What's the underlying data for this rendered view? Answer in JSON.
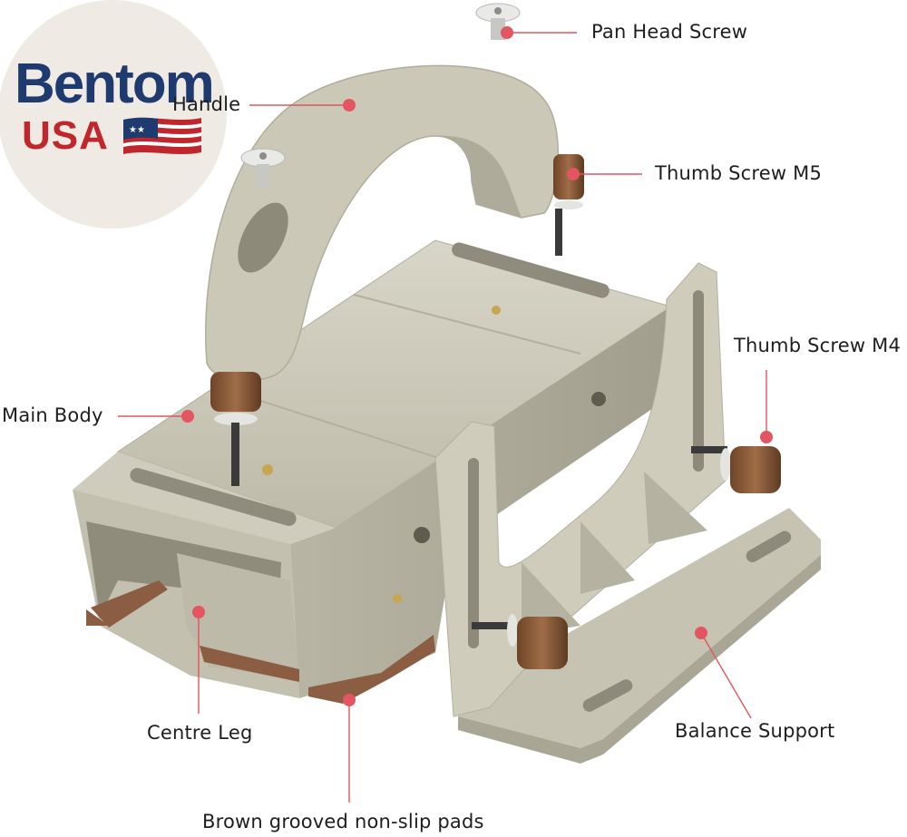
{
  "logo": {
    "word": "Bentom",
    "country": "USA",
    "word_color": "#1e3a6e",
    "country_color": "#c0272d",
    "flag_icon": "american-flag-icon"
  },
  "labels": {
    "pan_head_screw": "Pan Head Screw",
    "handle": "Handle",
    "thumb_screw_m5": "Thumb Screw M5",
    "thumb_screw_m4": "Thumb Screw M4",
    "main_body": "Main Body",
    "centre_leg": "Centre Leg",
    "balance_support": "Balance Support",
    "non_slip_pads": "Brown grooved non-slip pads"
  },
  "colors": {
    "body": "#c9c6b6",
    "body_shadow": "#a9a697",
    "body_light": "#dcdacd",
    "screw_brown": "#8a5a3a",
    "pad_brown": "#8b5e44",
    "leader": "#e0565e",
    "dot": "#e35560"
  }
}
